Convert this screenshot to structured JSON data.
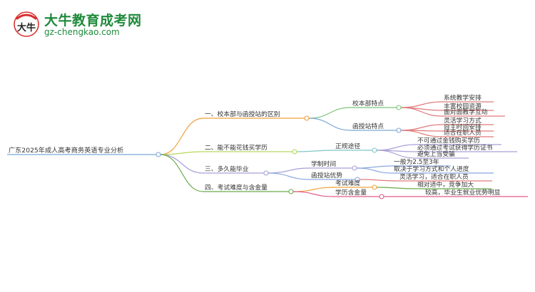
{
  "brand": {
    "name": "大牛教育成考网",
    "url": "gz-chengkao.com",
    "badge_text": "大牛",
    "green": "#1f8a3b",
    "red": "#d92b2b"
  },
  "root": {
    "label": "广东2025年成人高考商务英语专业分析"
  },
  "branches": [
    {
      "label": "一、校本部与函授站的区别",
      "color": "#f0a03a",
      "children": [
        {
          "label": "校本部特点",
          "color": "#7cc47c",
          "children": [
            {
              "label": "系统教学安排",
              "color": "#e07a7a"
            },
            {
              "label": "丰富校园资源",
              "color": "#e07a7a"
            },
            {
              "label": "面对面教学互动",
              "color": "#e07a7a"
            }
          ]
        },
        {
          "label": "函授站特点",
          "color": "#7ba7d8",
          "children": [
            {
              "label": "灵活学习方式",
              "color": "#e07a7a"
            },
            {
              "label": "自主时间安排",
              "color": "#e07a7a"
            },
            {
              "label": "适合在职人员",
              "color": "#e07a7a"
            }
          ]
        }
      ]
    },
    {
      "label": "二、能不能花钱买学历",
      "color": "#b8d85a",
      "children": [
        {
          "label": "正规途径",
          "color": "#7fc6c6",
          "children": [
            {
              "label": "不可通过金钱购买学历",
              "color": "#a8a0d8"
            },
            {
              "label": "必须通过考试获得学历证书",
              "color": "#a8a0d8"
            },
            {
              "label": "避免上当受骗",
              "color": "#a8a0d8"
            }
          ]
        }
      ]
    },
    {
      "label": "三、多久能毕业",
      "color": "#a8a0d8",
      "children": [
        {
          "label": "学制时间",
          "color": "#a8a0d8",
          "children": [
            {
              "label": "一般为2.5至3年",
              "color": "#8aa8e0"
            },
            {
              "label": "取决于学习方式和个人进度",
              "color": "#8aa8e0"
            }
          ]
        },
        {
          "label": "函授站优势",
          "color": "#8aa8e0",
          "children": [
            {
              "label": "灵活学习，适合在职人员",
              "color": "#e07a7a"
            }
          ]
        }
      ]
    },
    {
      "label": "四、考试难度与含金量",
      "color": "#6aaa4a",
      "children": [
        {
          "label": "考试难度",
          "color": "#f0a03a",
          "children": [
            {
              "label": "相对适中，竞争加大",
              "color": "#6aaa4a"
            }
          ]
        },
        {
          "label": "学历含金量",
          "color": "#e05a8a",
          "children": [
            {
              "label": "较高，毕业生就业优势明显",
              "color": "#e05a8a"
            }
          ]
        }
      ]
    }
  ]
}
